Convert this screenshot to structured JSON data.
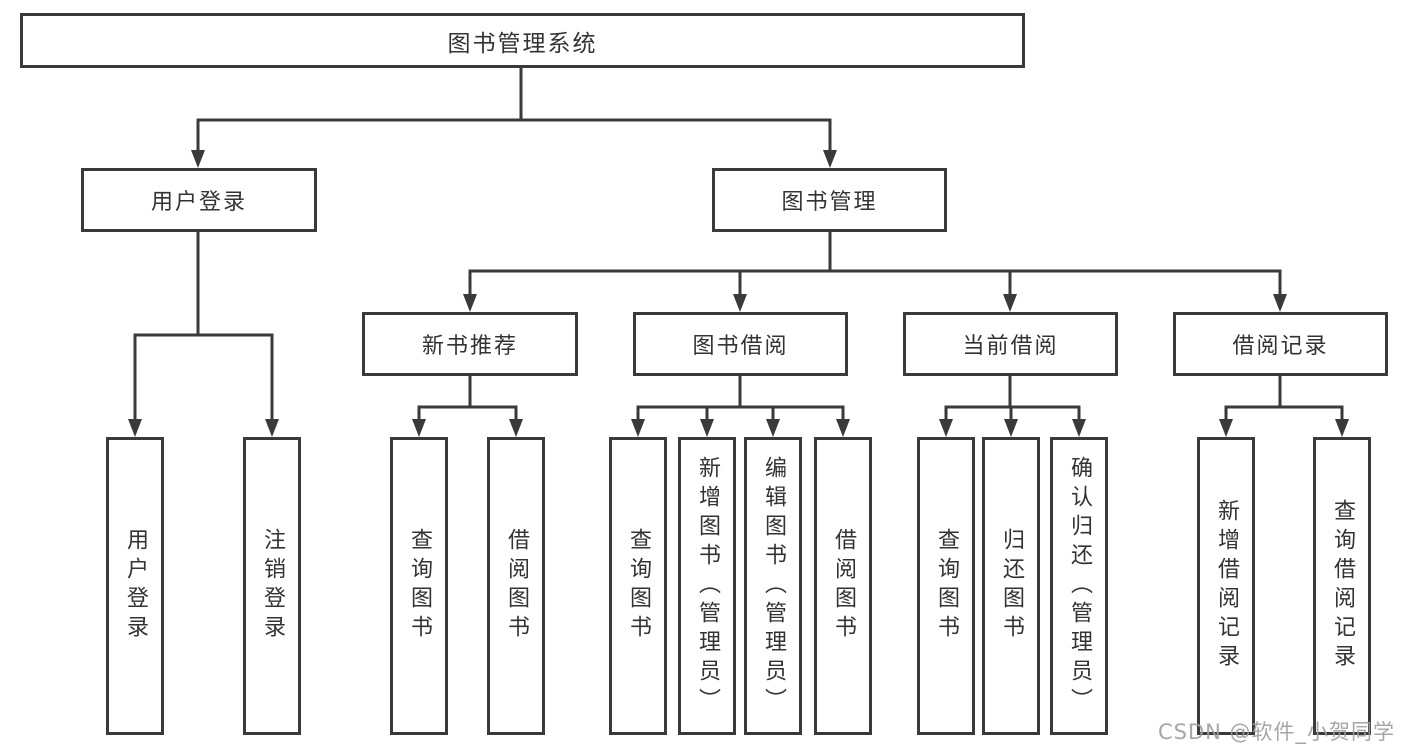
{
  "diagram": {
    "title": "图书管理系统",
    "level2": [
      {
        "label": "用户登录"
      },
      {
        "label": "图书管理"
      }
    ],
    "level3": [
      {
        "label": "新书推荐"
      },
      {
        "label": "图书借阅"
      },
      {
        "label": "当前借阅"
      },
      {
        "label": "借阅记录"
      }
    ],
    "leaves": {
      "user": [
        "用户登录",
        "注销登录"
      ],
      "recommend": [
        "查询图书",
        "借阅图书"
      ],
      "borrow": [
        "查询图书",
        "新增图书（管理员）",
        "编辑图书（管理员）",
        "借阅图书"
      ],
      "current": [
        "查询图书",
        "归还图书",
        "确认归还（管理员）"
      ],
      "record": [
        "新增借阅记录",
        "查询借阅记录"
      ]
    }
  },
  "watermark": {
    "text": "CSDN @软件_小贺同学"
  },
  "colors": {
    "line": "#3a3a3a",
    "text": "#333333",
    "watermark": "#9e9e9e",
    "background": "#ffffff"
  }
}
